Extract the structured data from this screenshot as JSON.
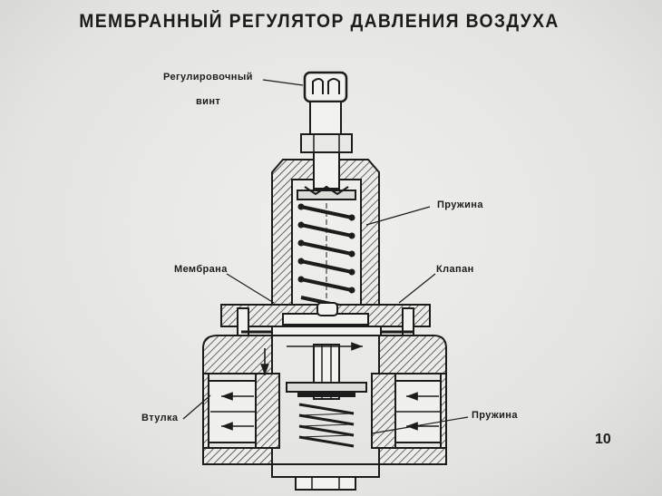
{
  "title": "МЕМБРАННЫЙ РЕГУЛЯТОР ДАВЛЕНИЯ ВОЗДУХА",
  "labels": {
    "adjusting_screw_line1": "Регулировочный",
    "adjusting_screw_line2": "винт",
    "spring_top": "Пружина",
    "membrane": "Мембрана",
    "valve": "Клапан",
    "bushing": "Втулка",
    "spring_bottom": "Пружина"
  },
  "page_number": "10"
}
